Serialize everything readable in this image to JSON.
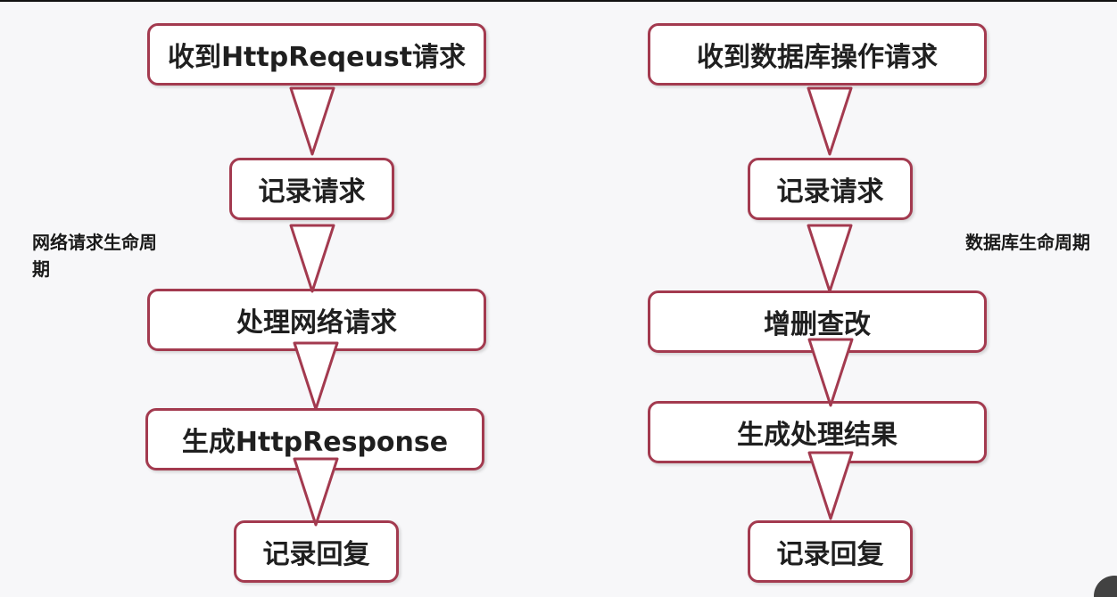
{
  "colors": {
    "accent": "#a33a4f",
    "box_fill": "#ffffff",
    "text": "#1f1f1f",
    "background": "#f7f7f9"
  },
  "left_flow": {
    "label": "网络请求生命周期",
    "steps": [
      "收到HttpReqeust请求",
      "记录请求",
      "处理网络请求",
      "生成HttpResponse",
      "记录回复"
    ]
  },
  "right_flow": {
    "label": "数据库生命周期",
    "steps": [
      "收到数据库操作请求",
      "记录请求",
      "增删查改",
      "生成处理结果",
      "记录回复"
    ]
  }
}
